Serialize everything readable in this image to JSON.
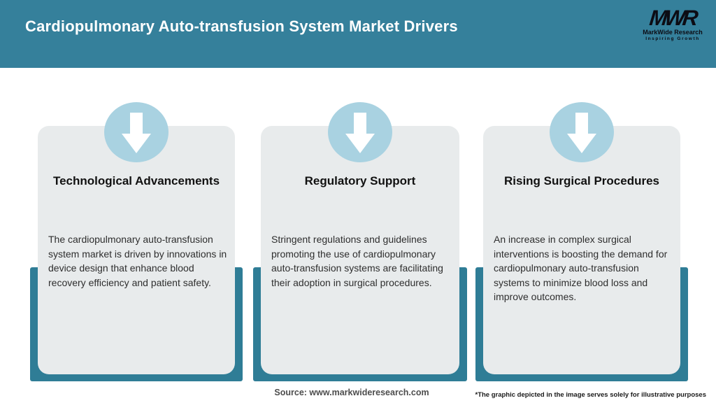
{
  "header": {
    "title": "Cardiopulmonary Auto-transfusion System Market Drivers",
    "logo": {
      "monogram": "MWR",
      "name": "MarkWide Research",
      "tagline": "Inspiring Growth"
    }
  },
  "cards": [
    {
      "icon": "down-arrow",
      "title": "Technological Advancements",
      "body": "The cardiopulmonary auto-transfusion\nsystem market is driven by innovations in\ndevice design that enhance blood\nrecovery efficiency and patient safety."
    },
    {
      "icon": "down-arrow",
      "title": "Regulatory Support",
      "body": "Stringent regulations and guidelines\npromoting the use of cardiopulmonary\nauto-transfusion systems are facilitating\ntheir adoption in surgical procedures."
    },
    {
      "icon": "down-arrow",
      "title": "Rising Surgical Procedures",
      "body": "An increase in complex surgical\ninterventions is boosting the demand for\ncardiopulmonary auto-transfusion\nsystems to minimize blood loss and\nimprove outcomes."
    }
  ],
  "footer": {
    "source": "Source: www.markwideresearch.com",
    "disclaimer": "*The graphic depicted in the image serves solely for illustrative purposes"
  },
  "colors": {
    "header_teal": "#35809B",
    "band_teal": "#2F7D96",
    "circle_blue": "#A9D2E1",
    "card_gray": "#E8EBEC"
  }
}
